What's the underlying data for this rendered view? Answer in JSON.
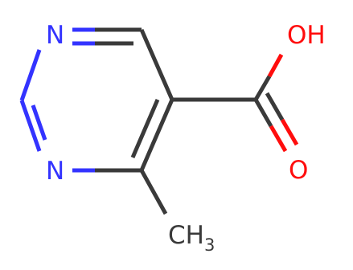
{
  "molecule": {
    "atoms": {
      "n1": "N",
      "n3": "N",
      "oh": "OH",
      "o_carbonyl": "O",
      "methyl_c": "CH",
      "methyl_sub": "3"
    },
    "colors": {
      "carbon": "#3a3a3a",
      "nitrogen": "#3333ff",
      "oxygen": "#ff0d0d",
      "background": "#ffffff"
    }
  }
}
